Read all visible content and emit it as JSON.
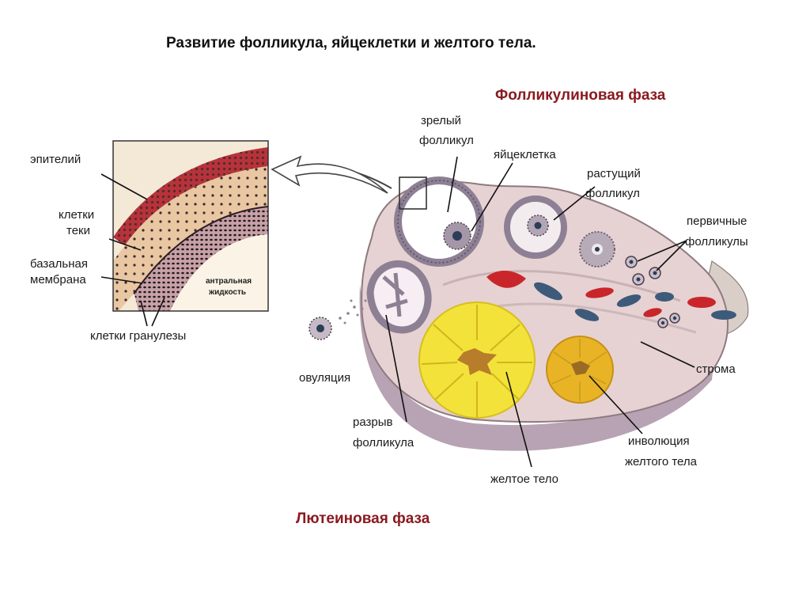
{
  "title": "Развитие фолликула, яйцеклетки и желтого тела.",
  "phases": {
    "follicular": "Фолликулиновая фаза",
    "luteal": "Лютеиновая фаза"
  },
  "inset": {
    "epithelium": "эпителий",
    "theca_1": "клетки",
    "theca_2": "теки",
    "basal_1": "базальная",
    "basal_2": "мембрана",
    "granulosa": "клетки гранулезы",
    "antral_1": "антральная",
    "antral_2": "жидкость"
  },
  "ovary": {
    "mature_1": "зрелый",
    "mature_2": "фолликул",
    "oocyte": "яйцеклетка",
    "growing_1": "растущий",
    "growing_2": "фолликул",
    "primary_1": "первичные",
    "primary_2": "фолликулы",
    "stroma": "строма",
    "ovulation": "овуляция",
    "rupture_1": "разрыв",
    "rupture_2": "фолликула",
    "corpus_luteum": "желтое тело",
    "involution_1": "инволюция",
    "involution_2": "желтого тела"
  },
  "colors": {
    "phase_title": "#8a1a20",
    "corpus_luteum": "#f3e23a",
    "vessel_red": "#c9262b",
    "vessel_blue": "#3d5a7a"
  }
}
